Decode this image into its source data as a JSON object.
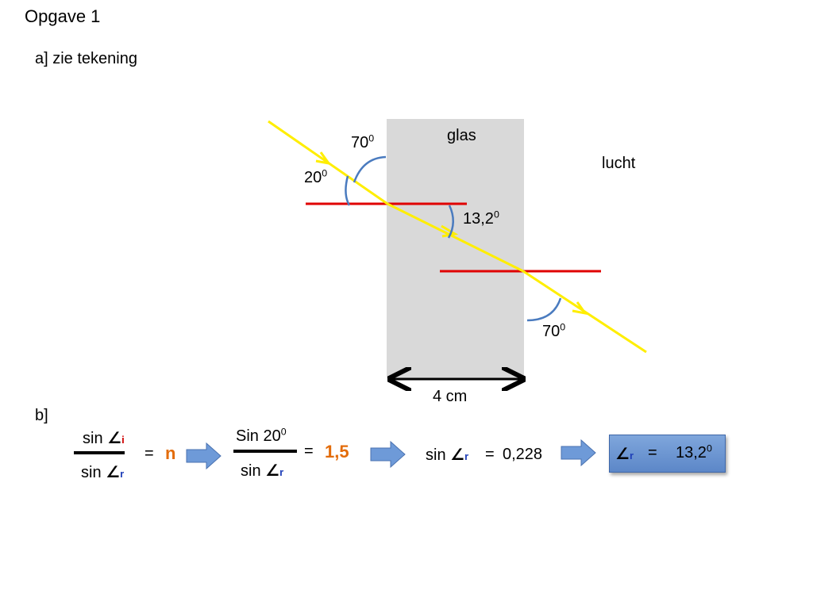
{
  "heading": "Opgave 1",
  "part_a": "a] zie tekening",
  "part_b": "b]",
  "diagram": {
    "medium_glass": "glas",
    "medium_air": "lucht",
    "angle_top_left": "70",
    "angle_top_left_sup": "0",
    "angle_incidence": "20",
    "angle_incidence_sup": "0",
    "angle_refraction": "13,2",
    "angle_refraction_sup": "0",
    "angle_exit": "70",
    "angle_exit_sup": "0",
    "width_label": "4 cm"
  },
  "formula": {
    "sin": "sin",
    "sin_cap": "Sin 20",
    "sin_cap_sup": "0",
    "angle_symbol": "∠",
    "sub_i": "i",
    "sub_r": "r",
    "equals": "=",
    "n": "n",
    "value_n": "1,5",
    "sin_r_value": "0,228",
    "result_value": "13,2",
    "result_sup": "0"
  },
  "colors": {
    "ray": "#ffee00",
    "normal": "#e00000",
    "glass": "#d9d9d9",
    "angle_arc": "#4a7bbf",
    "highlight": "#e36c0a",
    "arrow_fill": "#6e9ad8"
  }
}
